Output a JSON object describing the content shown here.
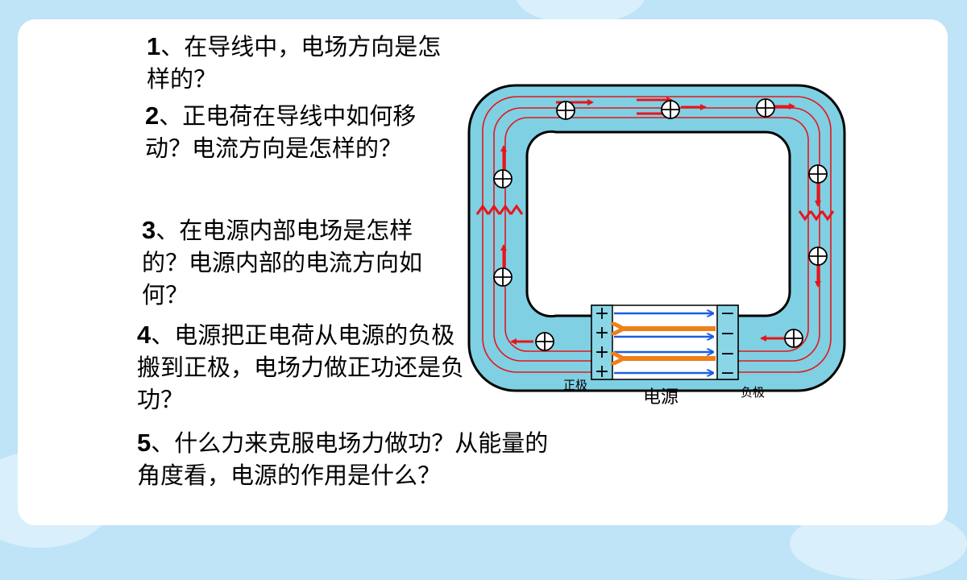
{
  "questions": [
    {
      "num": "1",
      "text": "、在导线中，电场方向是怎样的？"
    },
    {
      "num": "2",
      "text": "、正电荷在导线中如何移动？电流方向是怎样的？"
    },
    {
      "num": "3",
      "text": "、在电源内部电场是怎样的？电源内部的电流方向如何？"
    },
    {
      "num": "4",
      "text": "、电源把正电荷从电源的负极搬到正极，电场力做正功还是负功？"
    },
    {
      "num": "5",
      "text": "、什么力来克服电场力做功？从能量的角度看，电源的作用是什么？"
    }
  ],
  "diagram": {
    "positive_label": "正极",
    "source_label": "电源",
    "negative_label": "负极",
    "plus_sign": "+",
    "minus_sign": "−",
    "colors": {
      "wire": "#7fd0e3",
      "field_line": "#e8141b",
      "battery": "#8ad6e6",
      "battery_arrow": "#1a5fe0",
      "charge_arrow": "#f07f19"
    }
  }
}
